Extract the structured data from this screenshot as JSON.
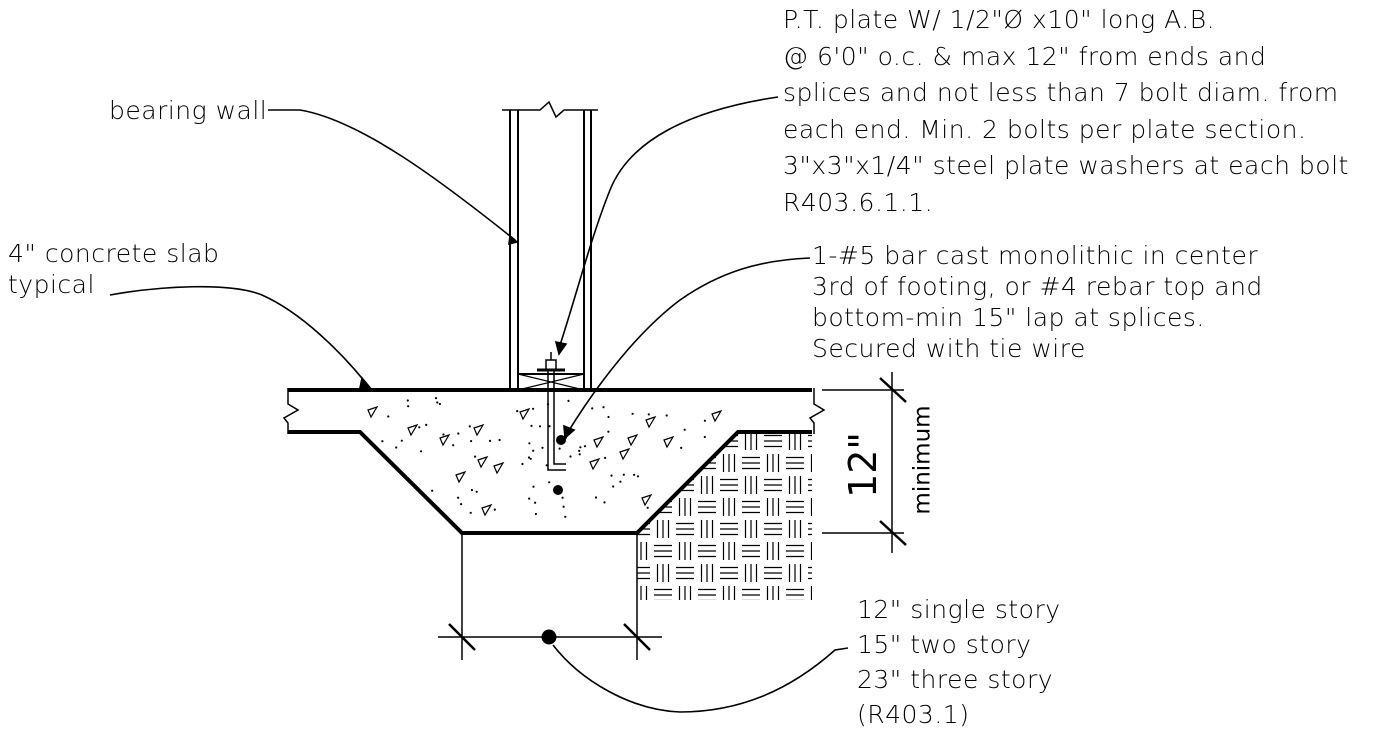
{
  "labels": {
    "bearing_wall": "bearing wall",
    "slab": [
      "4\" concrete slab",
      "typical"
    ],
    "plate": [
      "P.T. plate W/ 1/2\"Ø x10\" long A.B.",
      "@ 6'0\" o.c. & max 12\" from ends and",
      "splices and not less than 7 bolt diam. from",
      "each end.  Min. 2 bolts per plate section.",
      "3\"x3\"x1/4\" steel plate washers at each bolt",
      "R403.6.1.1."
    ],
    "rebar": [
      "1-#5 bar cast monolithic in center",
      "3rd of footing, or #4 rebar top and",
      "bottom-min 15\" lap at splices.",
      "Secured with tie wire"
    ],
    "depth_value": "12\"",
    "depth_note": "minimum",
    "width": [
      "12\" single story",
      "15\" two story",
      "23\" three story",
      "(R403.1)"
    ]
  }
}
